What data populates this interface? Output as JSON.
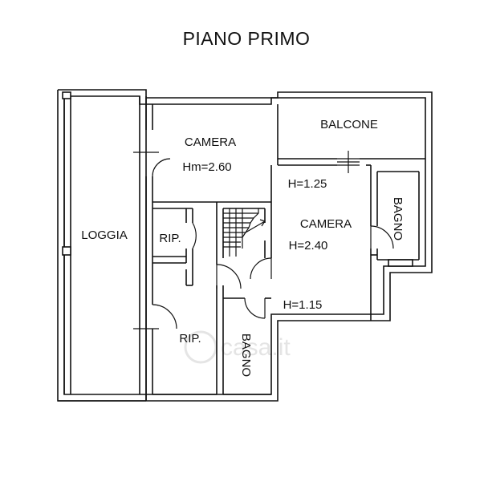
{
  "title": "PIANO PRIMO",
  "rooms": {
    "loggia": "LOGGIA",
    "camera_1": "CAMERA",
    "camera_1_height": "Hm=2.60",
    "balcone": "BALCONE",
    "camera_2": "CAMERA",
    "camera_2_height": "H=2.40",
    "camera_2_h_top": "H=1.25",
    "camera_2_h_bottom": "H=1.15",
    "bagno_right": "BAGNO",
    "bagno_center": "BAGNO",
    "rip_top": "RIP.",
    "rip_bottom": "RIP."
  },
  "watermark": "casa.it",
  "colors": {
    "wall": "#111111",
    "background": "#ffffff"
  }
}
